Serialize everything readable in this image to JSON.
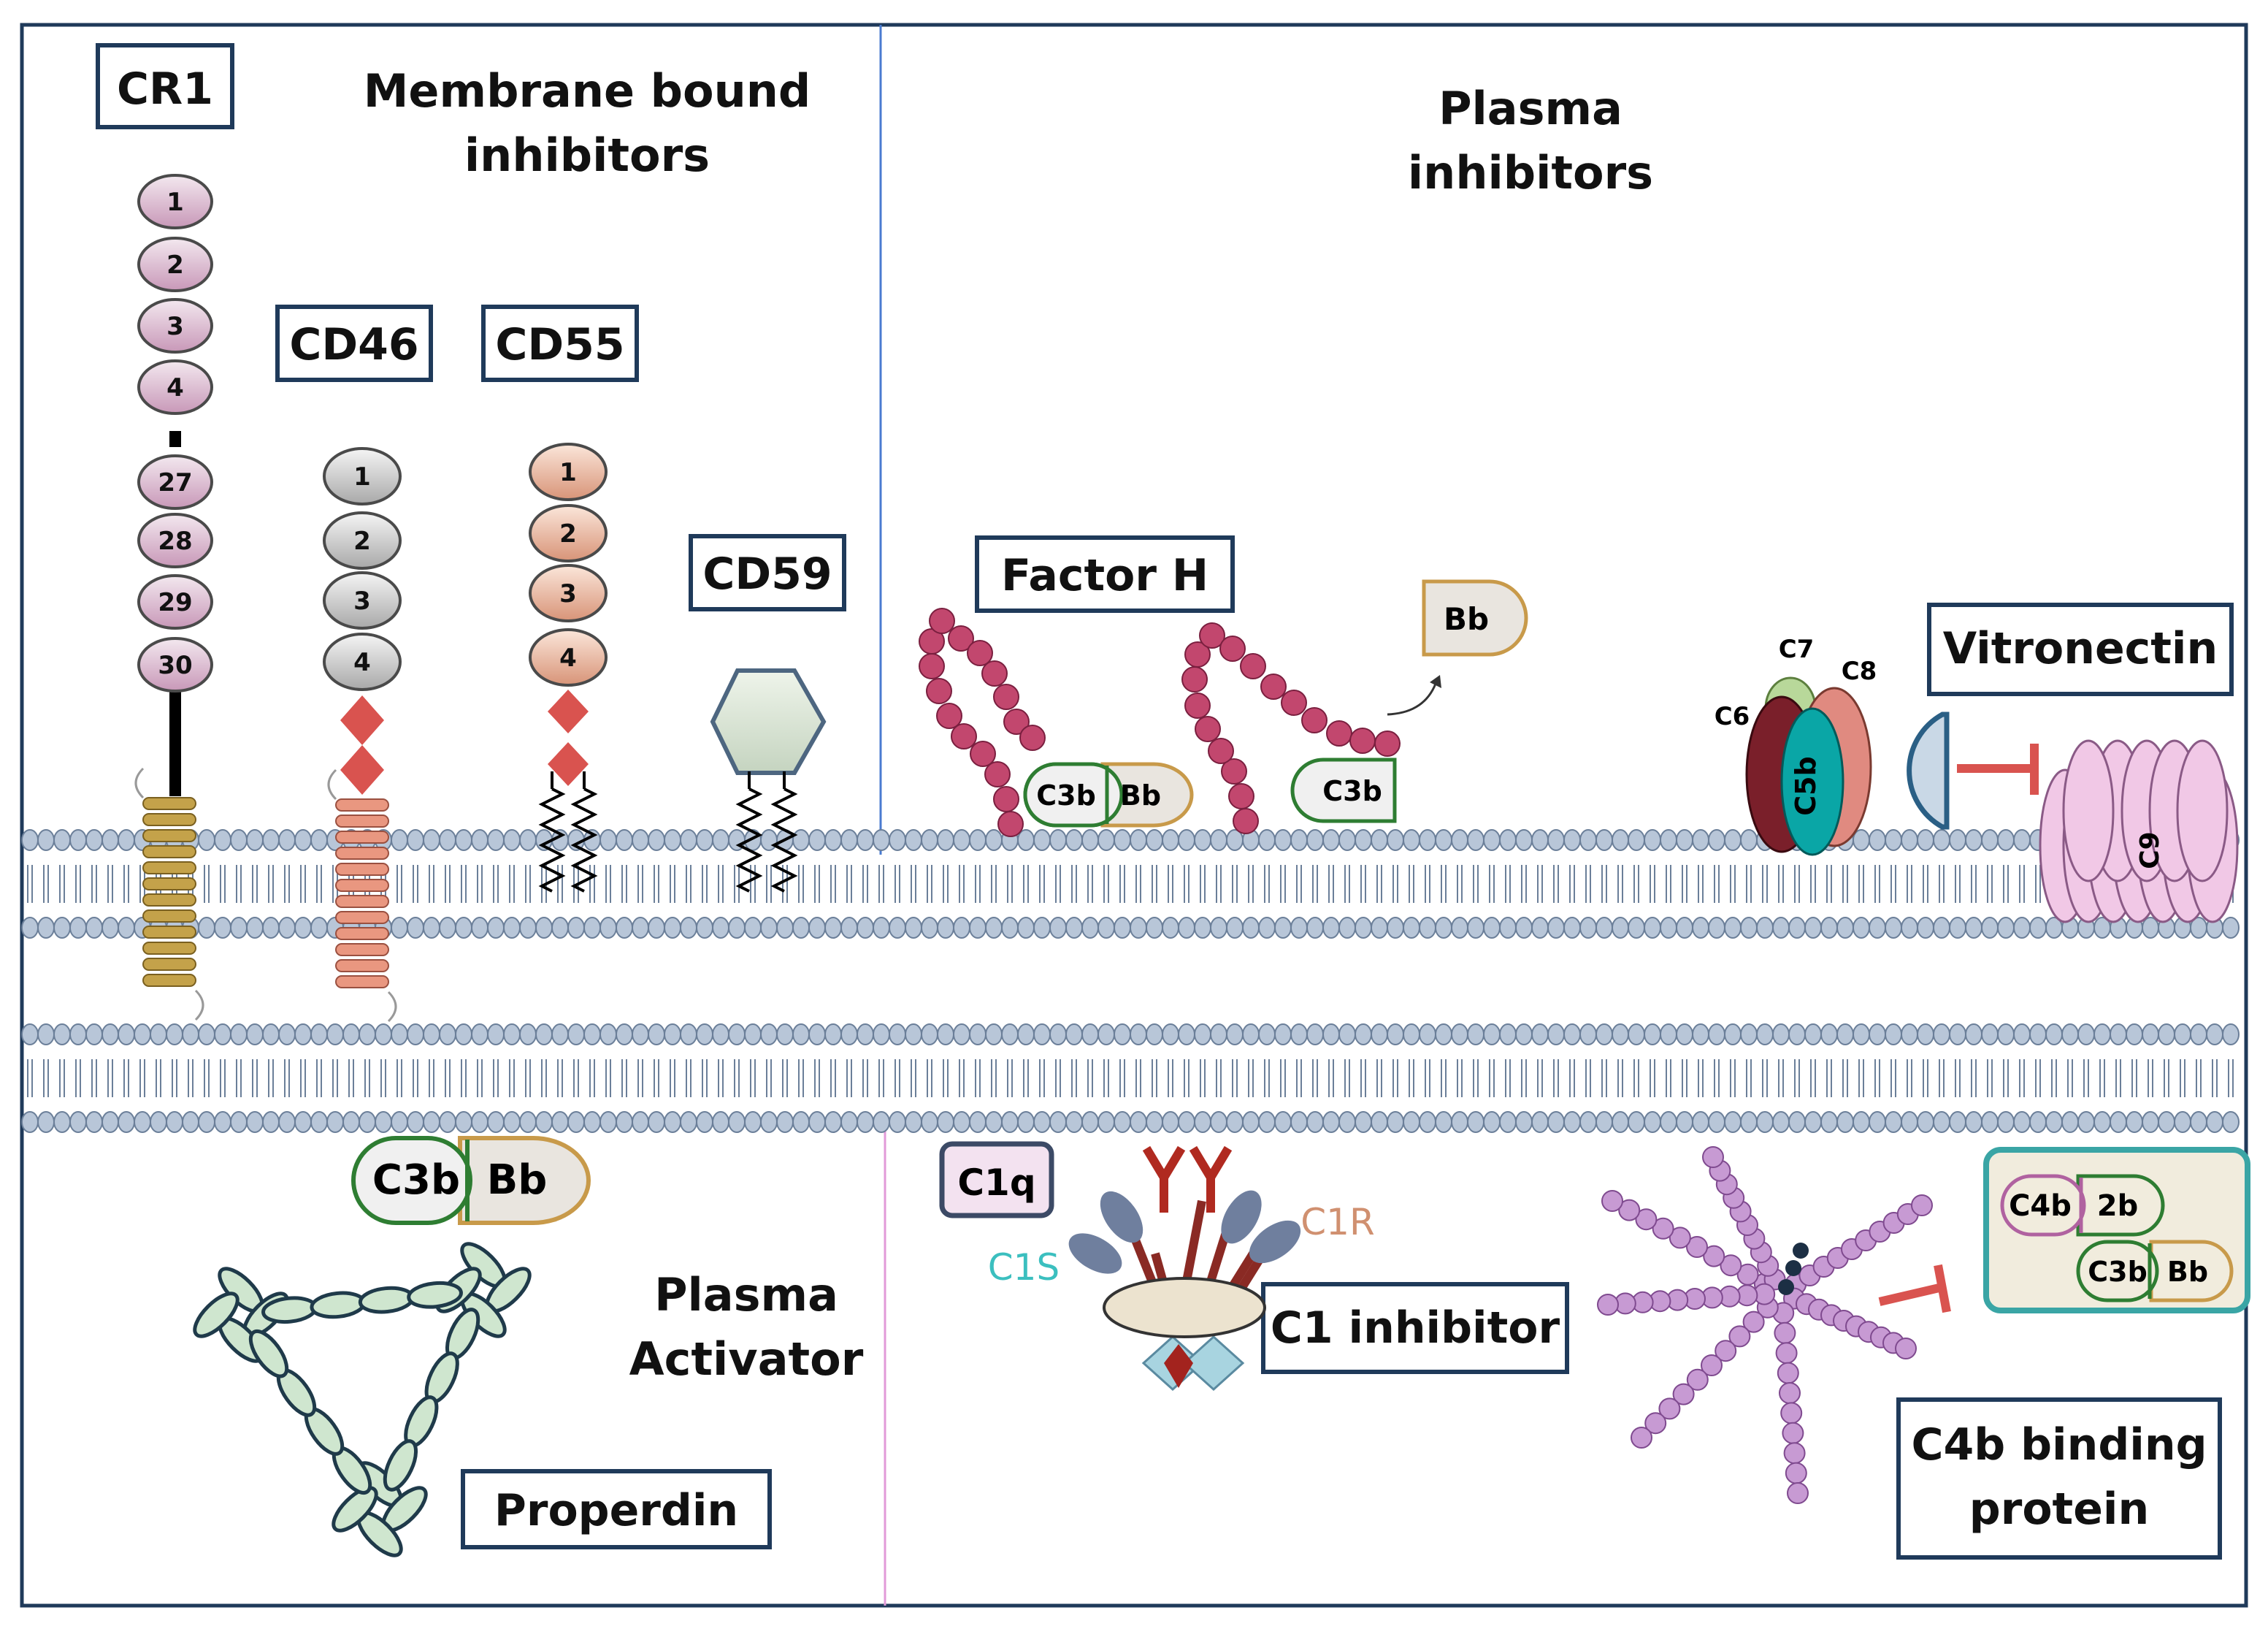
{
  "sections": {
    "membrane_bound": "Membrane bound inhibitors",
    "membrane_bound_lines": [
      "Membrane bound",
      "inhibitors"
    ],
    "plasma_inhibitors_lines": [
      "Plasma",
      "inhibitors"
    ],
    "plasma_activator_lines": [
      "Plasma",
      "Activator"
    ]
  },
  "labels": {
    "cr1": "CR1",
    "cd46": "CD46",
    "cd55": "CD55",
    "cd59": "CD59",
    "factor_h": "Factor H",
    "vitronectin": "Vitronectin",
    "properdin": "Properdin",
    "c1_inhibitor": "C1 inhibitor",
    "c4bbp_lines": [
      "C4b binding",
      "protein"
    ],
    "c1q": "C1q"
  },
  "cr1_domains": [
    "1",
    "2",
    "3",
    "4",
    "27",
    "28",
    "29",
    "30"
  ],
  "cd46_domains": [
    "1",
    "2",
    "3",
    "4"
  ],
  "cd55_domains": [
    "1",
    "2",
    "3",
    "4"
  ],
  "complex": {
    "c3b": "C3b",
    "bb": "Bb",
    "c4b": "C4b",
    "two_b": "2b",
    "c5b": "C5b",
    "c6": "C6",
    "c7": "C7",
    "c8": "C8",
    "c9": "C9",
    "c1s": "C1S",
    "c1r": "C1R"
  },
  "colors": {
    "box_border": "#1f3a5a",
    "membrane": "#b8c6d8",
    "membrane_edge": "#6b7f99",
    "factor_h_bead": "#c2476e",
    "c4bbp_bead": "#c79ad3",
    "properdin": "#cfe6cf",
    "c3b_border": "#2e7d32",
    "bb_border": "#c89a4a",
    "cr1_domain": "#e6cfe0",
    "cd46_domain": "#d9d9d9",
    "cd55_domain": "#efc3ad",
    "diamond": "#d9534f",
    "c9": "#f1c8e6",
    "c5b": "#0aa6a6",
    "c6": "#7a1f2a",
    "c7": "#b8d89a",
    "c8": "#e08a80",
    "vitronectin": "#c9d8e6",
    "inhibit": "#d9534f",
    "c1s": "#3bbfbf",
    "c1r": "#d09070",
    "divider_top": "#4a7bd0",
    "divider_bottom": "#e19ad8"
  }
}
